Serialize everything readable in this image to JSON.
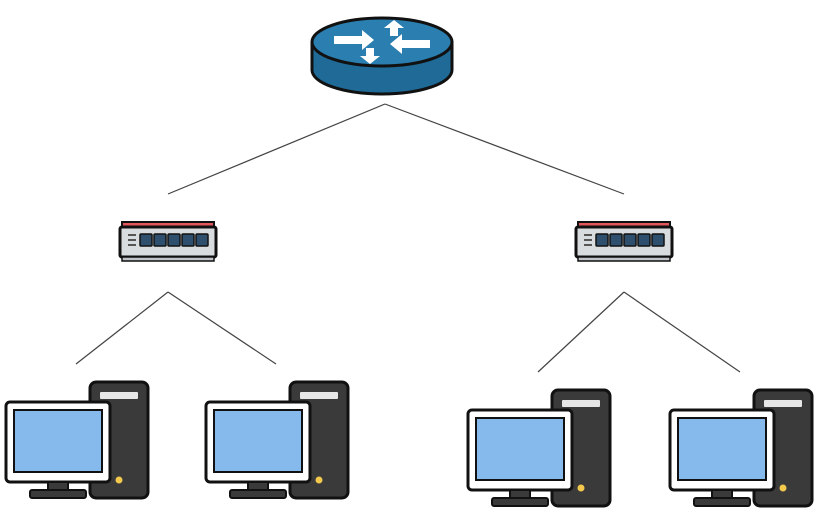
{
  "diagram": {
    "kind": "network-topology",
    "nodes": [
      {
        "id": "router",
        "icon": "router-icon"
      },
      {
        "id": "switch-left",
        "icon": "switch-icon"
      },
      {
        "id": "switch-right",
        "icon": "switch-icon"
      },
      {
        "id": "pc-1",
        "icon": "desktop-computer-icon"
      },
      {
        "id": "pc-2",
        "icon": "desktop-computer-icon"
      },
      {
        "id": "pc-3",
        "icon": "desktop-computer-icon"
      },
      {
        "id": "pc-4",
        "icon": "desktop-computer-icon"
      }
    ],
    "links": [
      {
        "from": "router",
        "to": "switch-left"
      },
      {
        "from": "router",
        "to": "switch-right"
      },
      {
        "from": "switch-left",
        "to": "pc-1"
      },
      {
        "from": "switch-left",
        "to": "pc-2"
      },
      {
        "from": "switch-right",
        "to": "pc-3"
      },
      {
        "from": "switch-right",
        "to": "pc-4"
      }
    ]
  },
  "colors": {
    "background": "#ffffff",
    "link": "#444444",
    "router_body": "#1f6a96",
    "router_top": "#2a7eb0",
    "router_arrows": "#ffffff",
    "switch_body": "#d9dcdf",
    "switch_top_stripe": "#e0565b",
    "switch_ports": "#2f4f6f",
    "screen": "#86baec",
    "monitor_frame": "#ffffff",
    "tower": "#3a3a3a",
    "power_led": "#f2c94c",
    "outline": "#111111"
  }
}
